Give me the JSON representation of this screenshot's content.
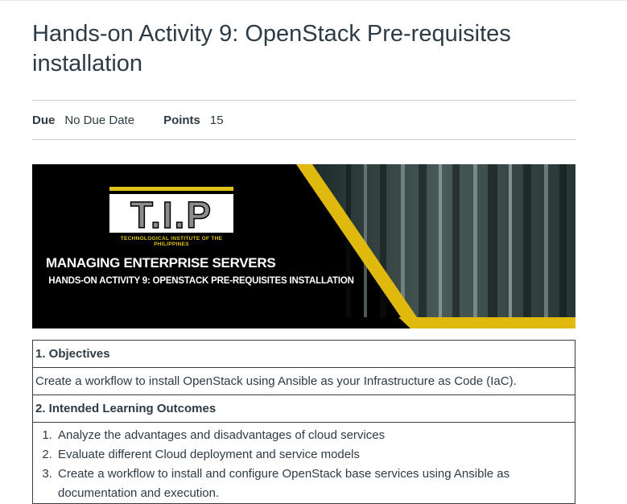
{
  "title": "Hands-on Activity 9: OpenStack Pre-requisites installation",
  "meta": {
    "due_label": "Due",
    "due_value": "No Due Date",
    "points_label": "Points",
    "points_value": "15"
  },
  "banner": {
    "logo_text": "T.I.P",
    "institute_name": "TECHNOLOGICAL INSTITUTE OF THE PHILIPPINES",
    "course": "MANAGING ENTERPRISE SERVERS",
    "activity": "HANDS-ON ACTIVITY 9: OPENSTACK PRE-REQUISITES INSTALLATION",
    "accent_color": "#e0b90f"
  },
  "sections": {
    "objectives_header": "1. Objectives",
    "objectives_text": "Create a workflow to install OpenStack using Ansible as your Infrastructure as Code (IaC).",
    "ilo_header": "2. Intended Learning Outcomes",
    "ilo_items": [
      "Analyze the advantages and disadvantages of cloud services",
      "Evaluate different Cloud deployment and service models",
      "Create a workflow to install and configure OpenStack base services using Ansible as documentation and execution."
    ]
  }
}
